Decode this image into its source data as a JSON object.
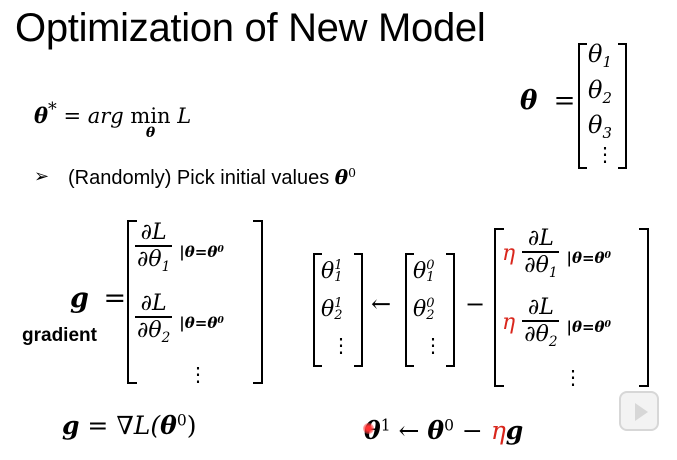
{
  "slide": {
    "title": "Optimization of New Model",
    "objective": {
      "lhs": "θ",
      "star": "*",
      "eq": " = ",
      "argmin_prefix": "arg ",
      "min": "min",
      "under": "θ",
      "rhs": " L"
    },
    "theta_vector": {
      "lhs": "θ",
      "eq": "=",
      "entries": [
        {
          "sym": "θ",
          "sub": "1"
        },
        {
          "sym": "θ",
          "sub": "2"
        },
        {
          "sym": "θ",
          "sub": "3"
        }
      ],
      "dots": "⋮"
    },
    "bullet": {
      "marker": "➢",
      "text": "(Randomly) Pick initial values ",
      "theta": "θ",
      "sup": "0"
    },
    "gradient": {
      "lhs": "g",
      "eq": "=",
      "label": "gradient",
      "partial_num": "∂L",
      "partial_den": "∂θ",
      "subs": [
        "1",
        "2"
      ],
      "eval": "|θ=θ",
      "eval_sup": "0",
      "dots": "⋮"
    },
    "update": {
      "lhs_entries": [
        {
          "sym": "θ",
          "sub": "1",
          "sup": "1"
        },
        {
          "sym": "θ",
          "sub": "2",
          "sup": "1"
        }
      ],
      "arrow": "←",
      "mid_entries": [
        {
          "sym": "θ",
          "sub": "1",
          "sup": "0"
        },
        {
          "sym": "θ",
          "sub": "2",
          "sup": "0"
        }
      ],
      "minus": "−",
      "eta": "η",
      "dots": "⋮"
    },
    "footer_left": {
      "g": "g",
      "rest": " = ∇L(",
      "theta": "θ",
      "sup": "0",
      "close": ")"
    },
    "footer_right": {
      "theta": "θ",
      "sup1": "1",
      "arrow": " ← ",
      "theta0": "θ",
      "sup0": "0",
      "minus": " − ",
      "eta": "η",
      "g": "g"
    },
    "colors": {
      "accent_red": "#d9261c"
    },
    "icons": [
      "play-icon",
      "cursor-dot"
    ]
  }
}
